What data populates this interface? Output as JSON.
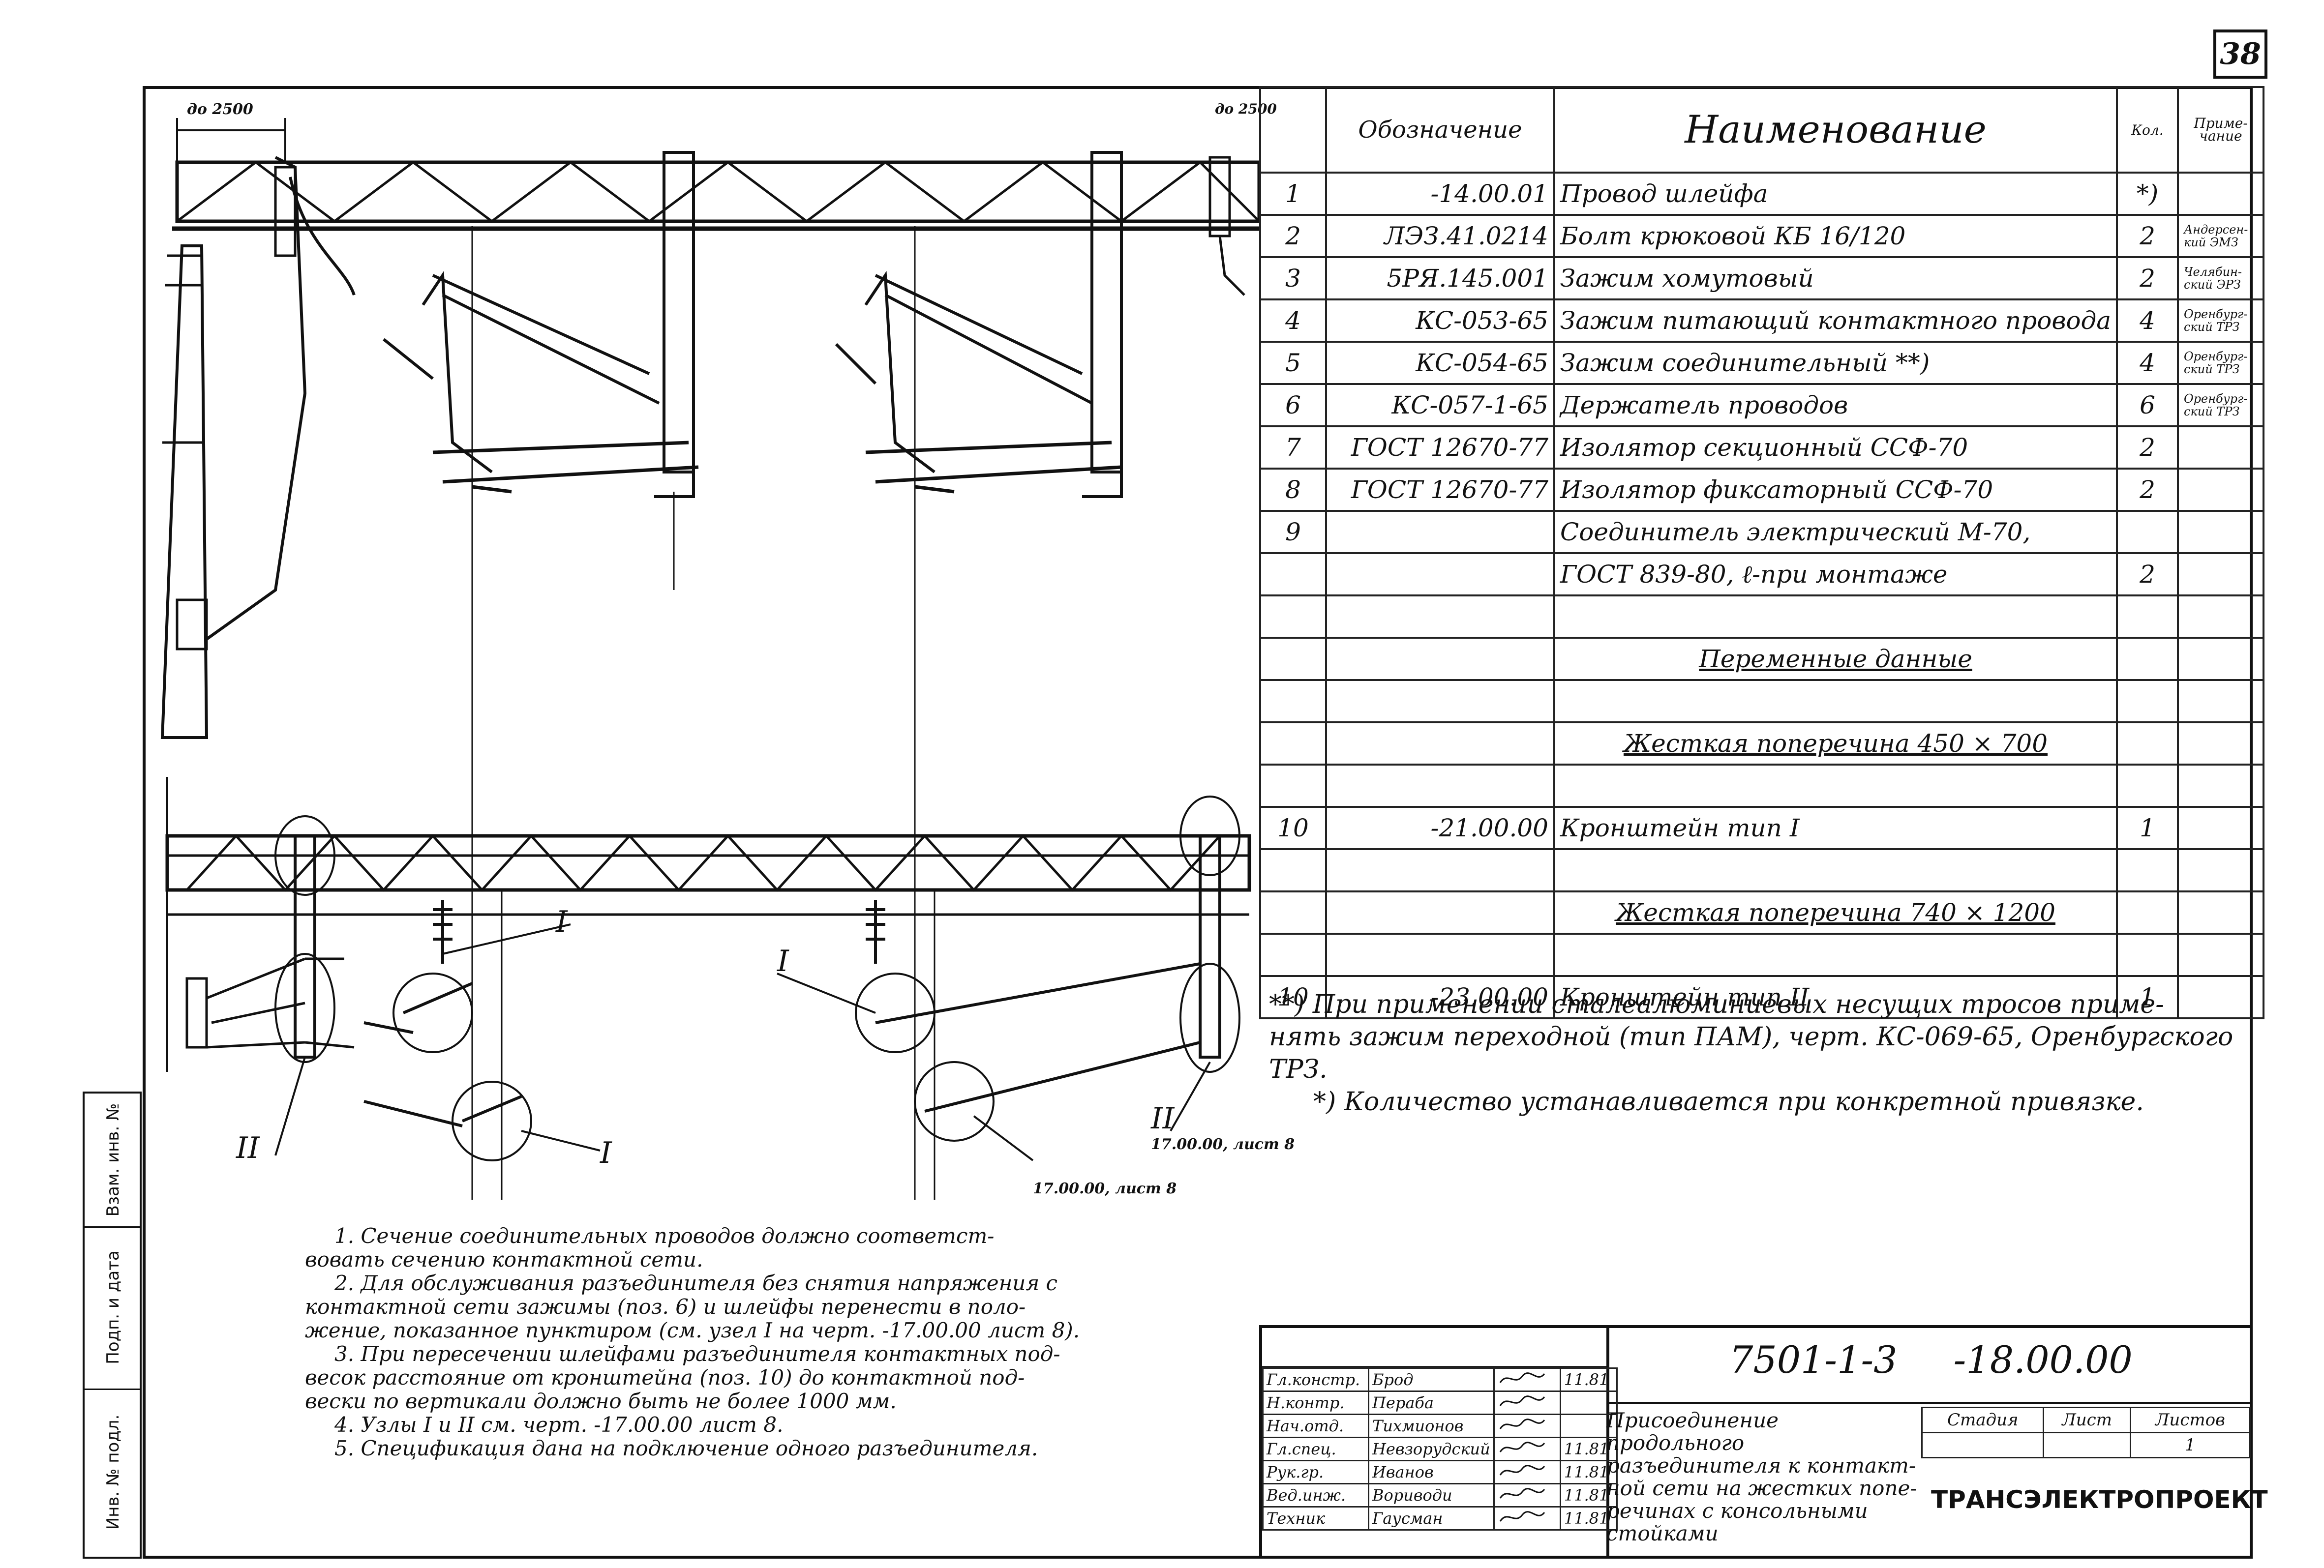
{
  "sheet_number": "38",
  "drawing": {
    "dim_top_left": "до 2500",
    "dim_top_right": "до 2500",
    "label_I_1": "I",
    "label_I_2": "I",
    "label_I_3": "I",
    "label_II_1": "II",
    "label_II_2": "II",
    "ref_I": "17.00.00, лист 8",
    "ref_II": "17.00.00, лист 8"
  },
  "spec_table": {
    "headers": [
      "",
      "Обозначение",
      "Наименование",
      "Кол.",
      "Приме-чание"
    ],
    "rows": [
      {
        "pos": "1",
        "code": "-14.00.01",
        "name": "Провод шлейфа",
        "qty": "*)",
        "note": ""
      },
      {
        "pos": "2",
        "code": "ЛЭЗ.41.0214",
        "name": "Болт крюковой КБ 16/120",
        "qty": "2",
        "note": "Андерсен-кий ЭМЗ"
      },
      {
        "pos": "3",
        "code": "5РЯ.145.001",
        "name": "Зажим хомутовый",
        "qty": "2",
        "note": "Челябин-ский ЭРЗ"
      },
      {
        "pos": "4",
        "code": "КС-053-65",
        "name": "Зажим питающий контактного провода",
        "qty": "4",
        "note": "Оренбург-ский ТРЗ"
      },
      {
        "pos": "5",
        "code": "КС-054-65",
        "name": "Зажим соединительный **)",
        "qty": "4",
        "note": "Оренбург-ский ТРЗ"
      },
      {
        "pos": "6",
        "code": "КС-057-1-65",
        "name": "Держатель проводов",
        "qty": "6",
        "note": "Оренбург-ский ТРЗ"
      },
      {
        "pos": "7",
        "code": "ГОСТ 12670-77",
        "name": "Изолятор секционный ССФ-70",
        "qty": "2",
        "note": ""
      },
      {
        "pos": "8",
        "code": "ГОСТ 12670-77",
        "name": "Изолятор фиксаторный ССФ-70",
        "qty": "2",
        "note": ""
      },
      {
        "pos": "9",
        "code": "",
        "name": "Соединитель электрический М-70,",
        "qty": "",
        "note": ""
      },
      {
        "pos": "",
        "code": "",
        "name": "ГОСТ 839-80, ℓ-при монтаже",
        "qty": "2",
        "note": ""
      },
      {
        "pos": "",
        "code": "",
        "name": "",
        "qty": "",
        "note": ""
      },
      {
        "pos": "",
        "code": "",
        "name": "Переменные данные",
        "qty": "",
        "note": "",
        "underline": true
      },
      {
        "pos": "",
        "code": "",
        "name": "",
        "qty": "",
        "note": ""
      },
      {
        "pos": "",
        "code": "",
        "name": "Жесткая поперечина 450 × 700",
        "qty": "",
        "note": "",
        "underline": true
      },
      {
        "pos": "",
        "code": "",
        "name": "",
        "qty": "",
        "note": ""
      },
      {
        "pos": "10",
        "code": "-21.00.00",
        "name": "Кронштейн тип I",
        "qty": "1",
        "note": ""
      },
      {
        "pos": "",
        "code": "",
        "name": "",
        "qty": "",
        "note": ""
      },
      {
        "pos": "",
        "code": "",
        "name": "Жесткая поперечина 740 × 1200",
        "qty": "",
        "note": "",
        "underline": true
      },
      {
        "pos": "",
        "code": "",
        "name": "",
        "qty": "",
        "note": ""
      },
      {
        "pos": "10",
        "code": "-23.00.00",
        "name": "Кронштейн тип II",
        "qty": "1",
        "note": ""
      }
    ]
  },
  "star_notes": {
    "line1": "**) При применении сталеалюминиевых несущих тросов приме-",
    "line2": "нять зажим переходной (тип ПАМ), черт. КС-069-65, Оренбургского ТРЗ.",
    "line3": "*) Количество устанавливается при конкретной привязке."
  },
  "general_notes": [
    "1. Сечение соединительных проводов должно соответст-",
    "вовать сечению контактной сети.",
    "2. Для обслуживания разъединителя без снятия напряжения с",
    "контактной сети зажимы (поз. 6) и шлейфы перенести в поло-",
    "жение, показанное пунктиром (см. узел I на черт. -17.00.00 лист 8).",
    "3. При пересечении шлейфами разъединителя контактных под-",
    "весок расстояние от кронштейна (поз. 10) до контактной под-",
    "вески по вертикали должно быть не более 1000 мм.",
    "4. Узлы I и II см. черт. -17.00.00 лист 8.",
    "5. Спецификация дана на подключение одного разъединителя."
  ],
  "title_block": {
    "drawing_code": "7501-1-3",
    "drawing_number": "-18.00.00",
    "title": "Присоединение продольного разъединителя к контакт-ной сети на жестких попе-речинах с консольными стойками",
    "stage_headers": [
      "Стадия",
      "Лист",
      "Листов"
    ],
    "stage_values": [
      "",
      "",
      "1"
    ],
    "organization": "ТРАНСЭЛЕКТРОПРОЕКТ",
    "signatures": [
      {
        "role": "Гл.констр.",
        "name": "Брод",
        "date": "11.81"
      },
      {
        "role": "Н.контр.",
        "name": "Пераба",
        "date": ""
      },
      {
        "role": "Нач.отд.",
        "name": "Тихмионов",
        "date": ""
      },
      {
        "role": "Гл.спец.",
        "name": "Невзорудский",
        "date": "11.81"
      },
      {
        "role": "Рук.гр.",
        "name": "Иванов",
        "date": "11.81"
      },
      {
        "role": "Вед.инж.",
        "name": "Вориводи",
        "date": "11.81"
      },
      {
        "role": "Техник",
        "name": "Гаусман",
        "date": "11.81"
      }
    ]
  },
  "stamp": [
    "Инв. № подл.",
    "Подп. и дата",
    "Взам. инв. №"
  ]
}
